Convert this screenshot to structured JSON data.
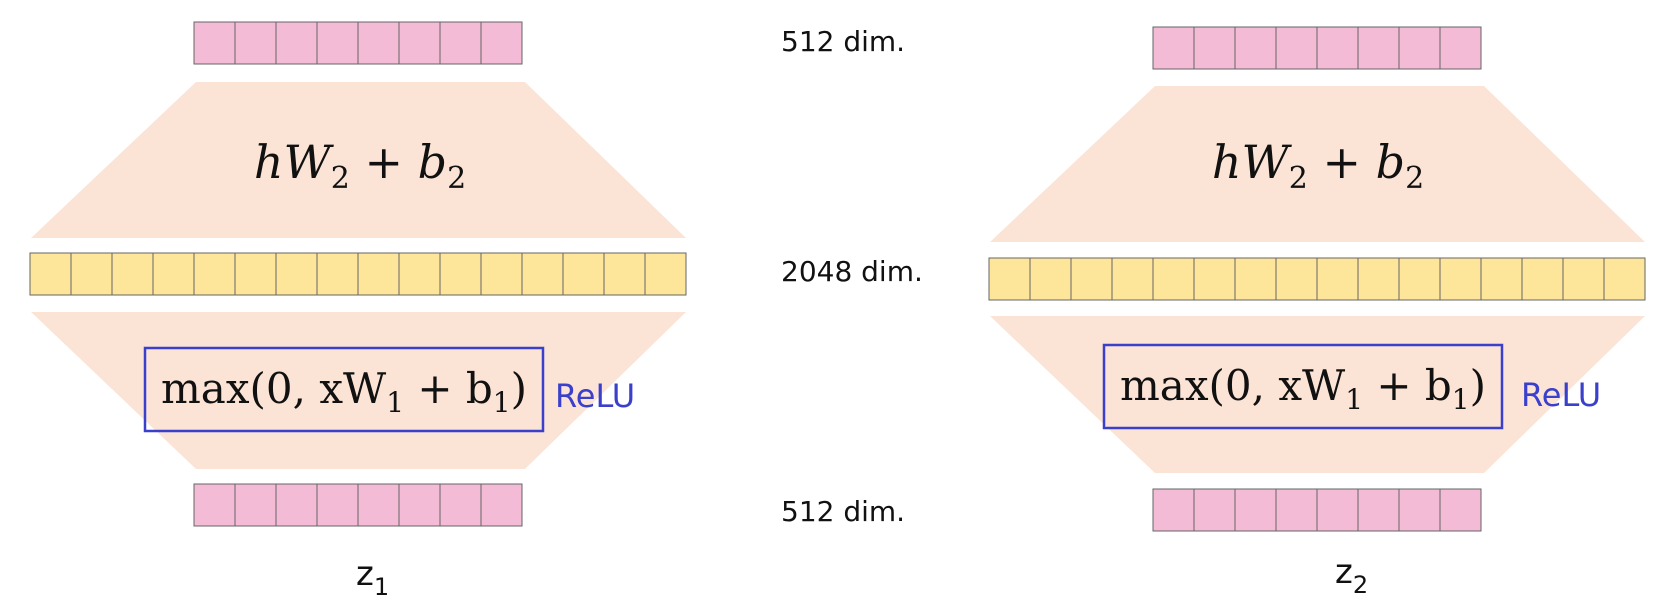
{
  "colors": {
    "output_vector": "#f3bbd6",
    "hidden_vector": "#fde59a",
    "trapezoid": "#fbe4d6",
    "relu_box": "#3a3fcc",
    "relu_text": "#3a3fcc",
    "cell_border": "#666666"
  },
  "dims": {
    "top": "512 dim.",
    "middle": "2048 dim.",
    "bottom": "512 dim."
  },
  "vector_cells": {
    "dim_512": 8,
    "dim_2048": 16
  },
  "networks": [
    {
      "output_formula": {
        "pre": "hW",
        "sub": "2",
        "mid": " + b",
        "sub2": "2"
      },
      "hidden_formula": {
        "pre": "max(0, xW",
        "sub": "1",
        "mid": " + b",
        "sub2": "1",
        "post": ")"
      },
      "relu_label": "ReLU",
      "input_label": {
        "base": "z",
        "sub": "1"
      }
    },
    {
      "output_formula": {
        "pre": "hW",
        "sub": "2",
        "mid": " + b",
        "sub2": "2"
      },
      "hidden_formula": {
        "pre": "max(0, xW",
        "sub": "1",
        "mid": " + b",
        "sub2": "1",
        "post": ")"
      },
      "relu_label": "ReLU",
      "input_label": {
        "base": "z",
        "sub": "2"
      }
    }
  ]
}
